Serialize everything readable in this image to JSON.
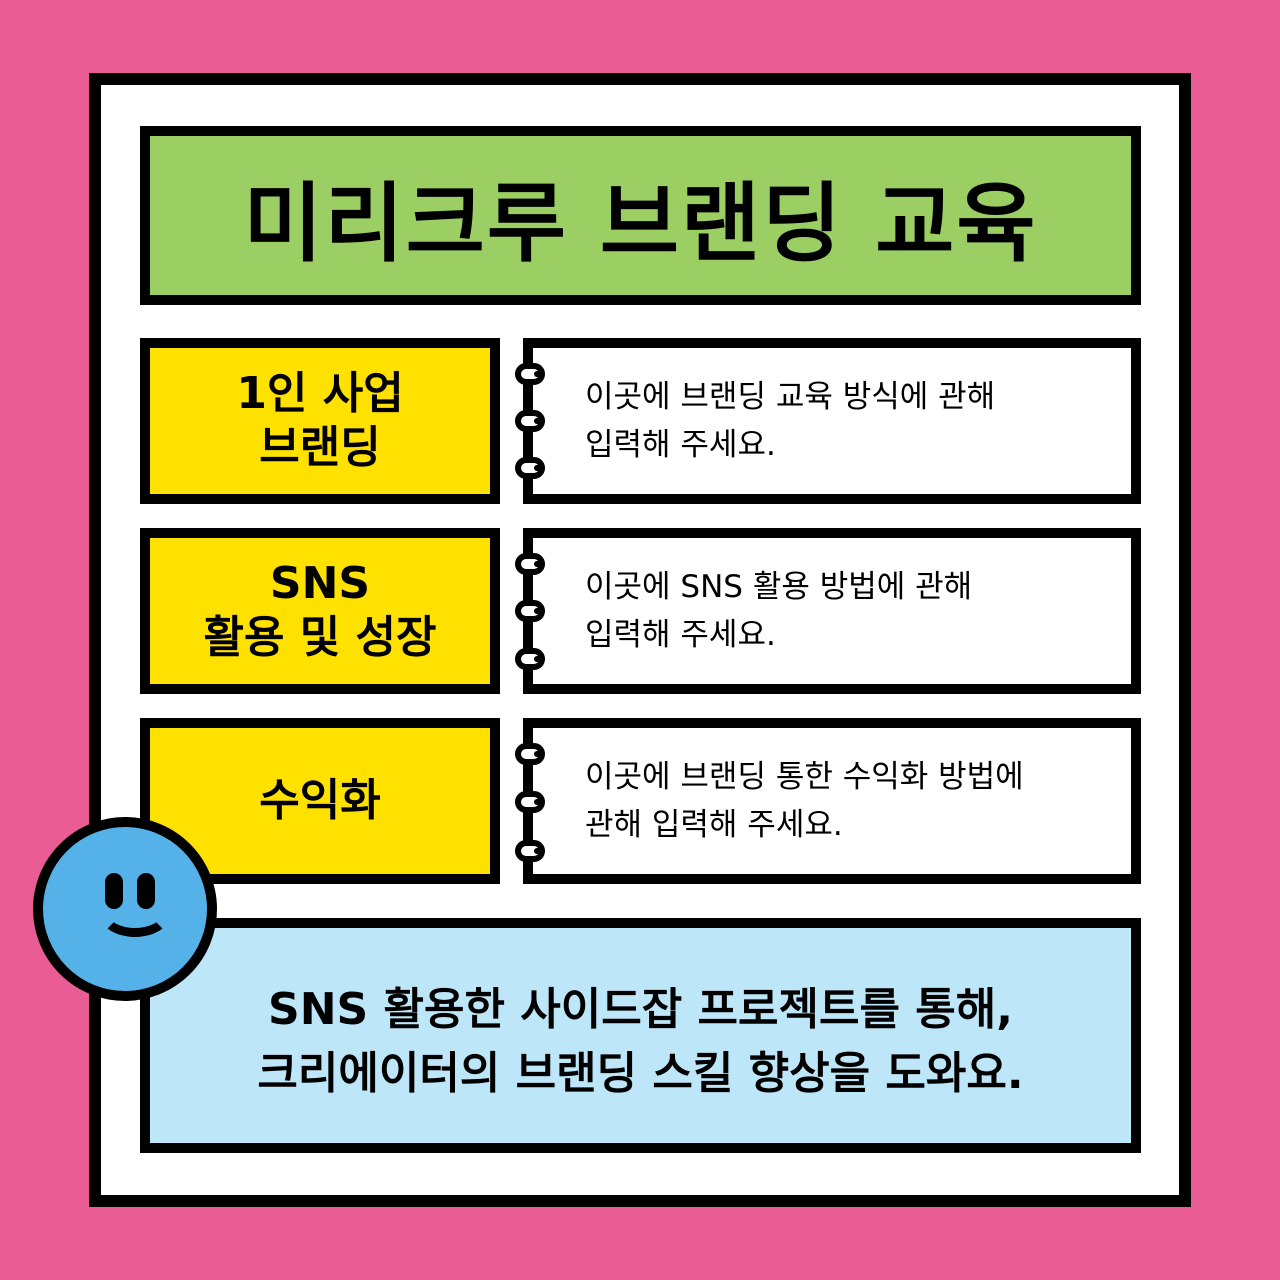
{
  "title": "미리크루 브랜딩 교육",
  "items": [
    {
      "label_lines": [
        "1인 사업",
        "브랜딩"
      ],
      "desc_lines": [
        "이곳에 브랜딩 교육 방식에 관해",
        "입력해 주세요."
      ]
    },
    {
      "label_lines": [
        "SNS",
        "활용 및 성장"
      ],
      "desc_lines": [
        "이곳에 SNS 활용 방법에 관해",
        "입력해 주세요."
      ]
    },
    {
      "label_lines": [
        "수익화"
      ],
      "desc_lines": [
        "이곳에 브랜딩 통한 수익화 방법에",
        "관해 입력해 주세요."
      ]
    }
  ],
  "summary_lines": [
    "SNS 활용한 사이드잡 프로젝트를 통해,",
    "크리에이터의 브랜딩 스킬 향상을 도와요."
  ],
  "colors": {
    "background": "#E95C94",
    "title_box": "#9BCF63",
    "label_box": "#FFE100",
    "summary_box": "#BEE6F9",
    "smiley": "#55B2E8"
  },
  "icons": [
    "smiley-face-icon",
    "spiral-binding-icon"
  ]
}
